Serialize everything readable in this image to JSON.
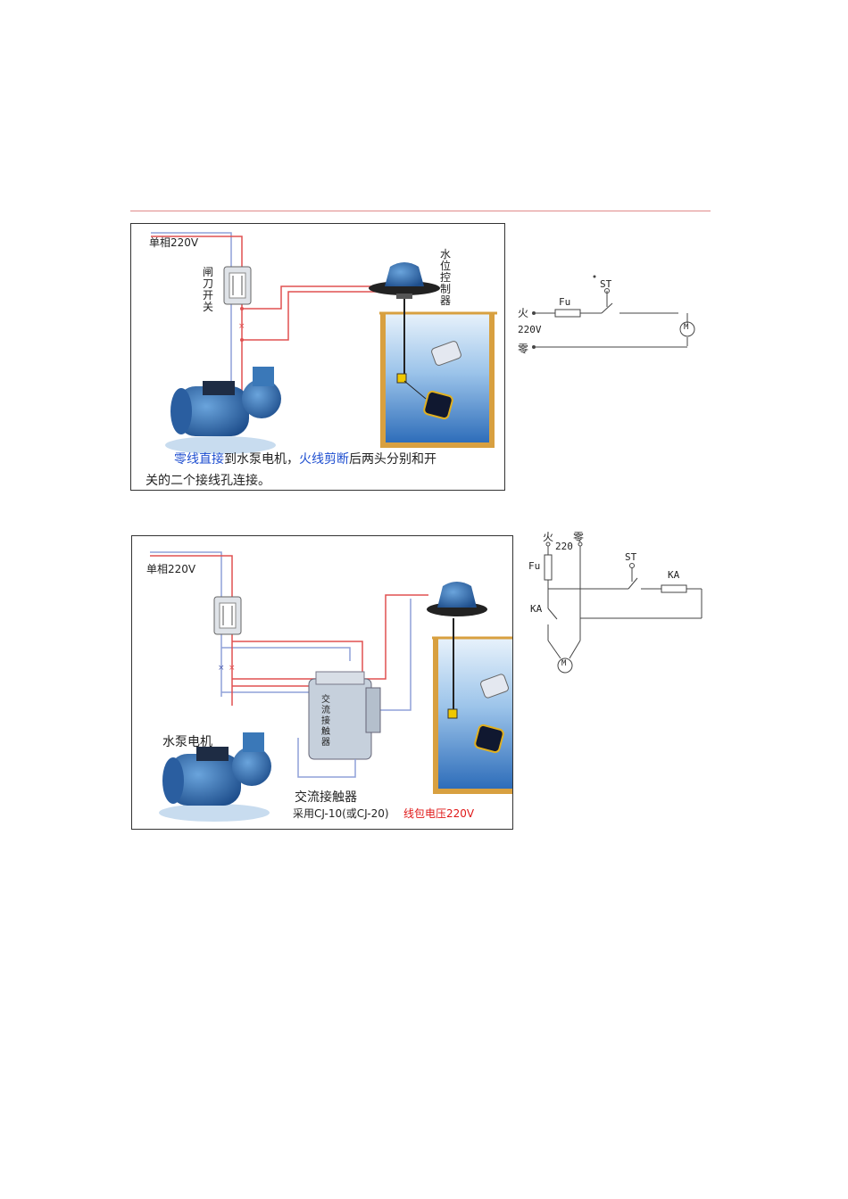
{
  "diagram1": {
    "supply_label": "单相220V",
    "knife_switch_label": "闸刀开关",
    "controller_label": "水位控制器",
    "caption": {
      "part1_blue": "零线直接",
      "part2": "到水泵电机，",
      "part3_blue": "火线剪断",
      "part4": "后两头分别和开",
      "line2": "关的二个接线孔连接。"
    }
  },
  "schematic1": {
    "live": "火",
    "voltage": "220V",
    "neutral": "零",
    "fuse": "Fu",
    "switch": "ST",
    "motor": "M"
  },
  "diagram2": {
    "supply_label": "单相220V",
    "motor_label": "水泵电机",
    "contactor_label": "交流接触器",
    "contactor_body_text": "交流接触器",
    "model_text": "采用CJ-10(或CJ-20)",
    "coil_text": "线包电压220V"
  },
  "schematic2": {
    "live": "火",
    "neutral": "零",
    "voltage": "220",
    "fuse": "Fu",
    "switch": "ST",
    "coil": "KA",
    "contact": "KA",
    "motor": "M"
  },
  "colors": {
    "live_wire": "#e05050",
    "neutral_wire": "#8fa0d8",
    "water": "#4a8ad0",
    "tank_frame": "#d8a040",
    "pump": "#3a78b8",
    "caption_highlight": "#1f4fd0",
    "coil_highlight": "#e01818"
  }
}
